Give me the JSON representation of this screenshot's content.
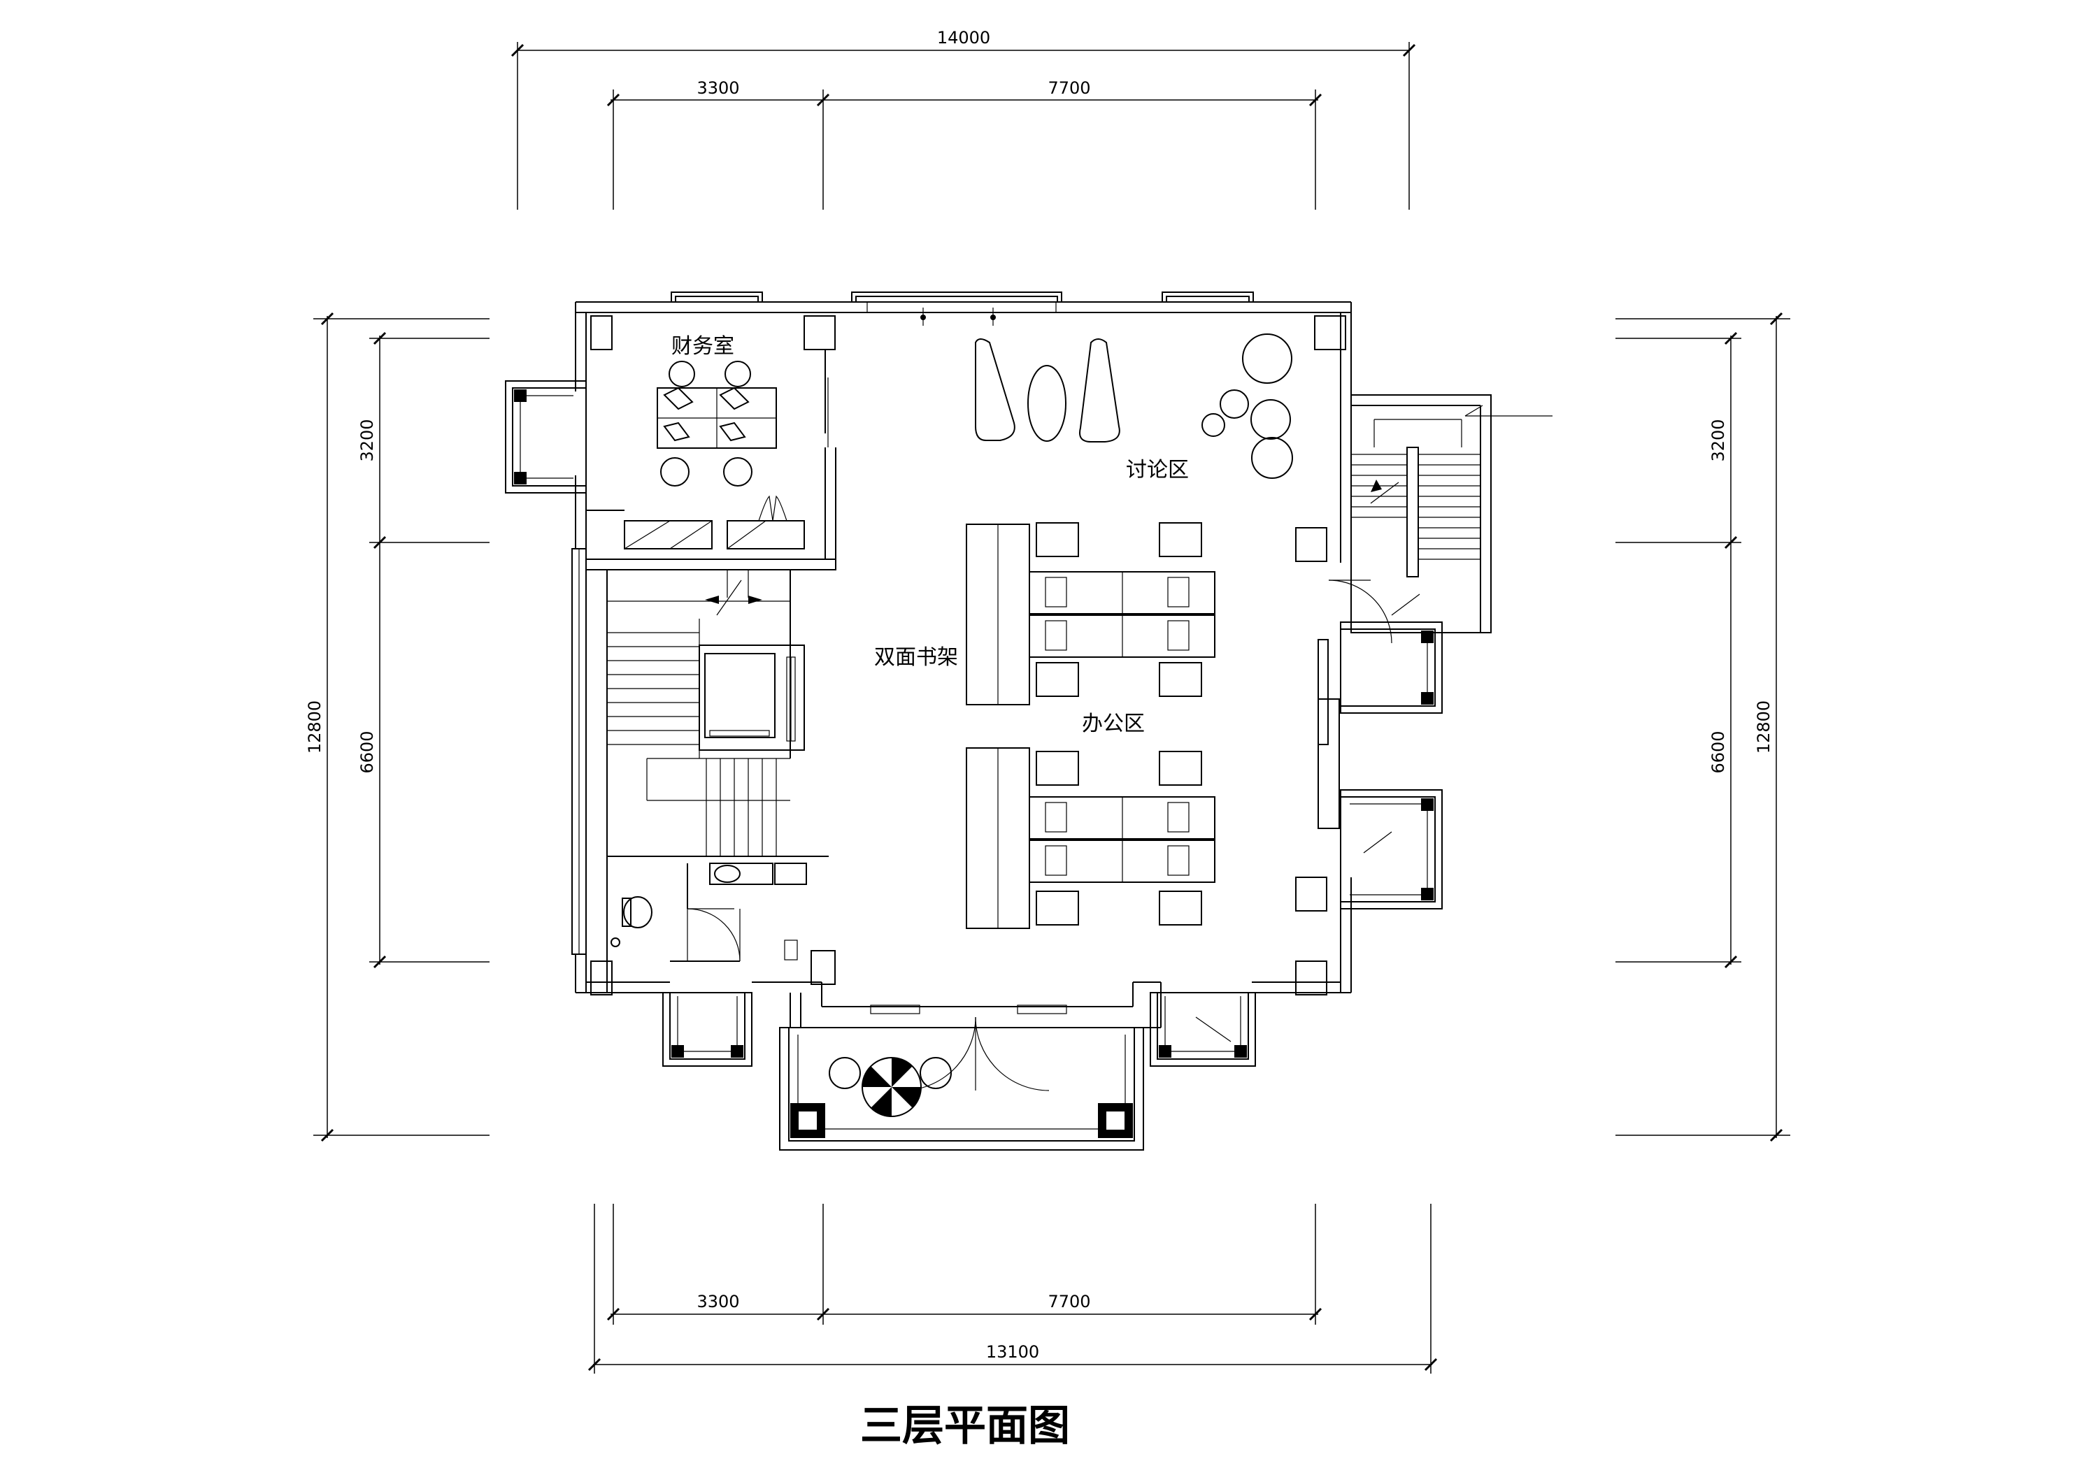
{
  "drawing": {
    "title": "三层平面图",
    "rooms": {
      "finance": "财务室",
      "discussion": "讨论区",
      "bookshelf": "双面书架",
      "office": "办公区"
    },
    "dimensions": {
      "top_total": "14000",
      "top_left": "3300",
      "top_right": "7700",
      "bottom_left": "3300",
      "bottom_right": "7700",
      "bottom_total": "13100",
      "left_total": "12800",
      "left_upper": "3200",
      "left_lower": "6600",
      "right_total": "12800",
      "right_upper": "3200",
      "right_lower": "6600"
    }
  }
}
